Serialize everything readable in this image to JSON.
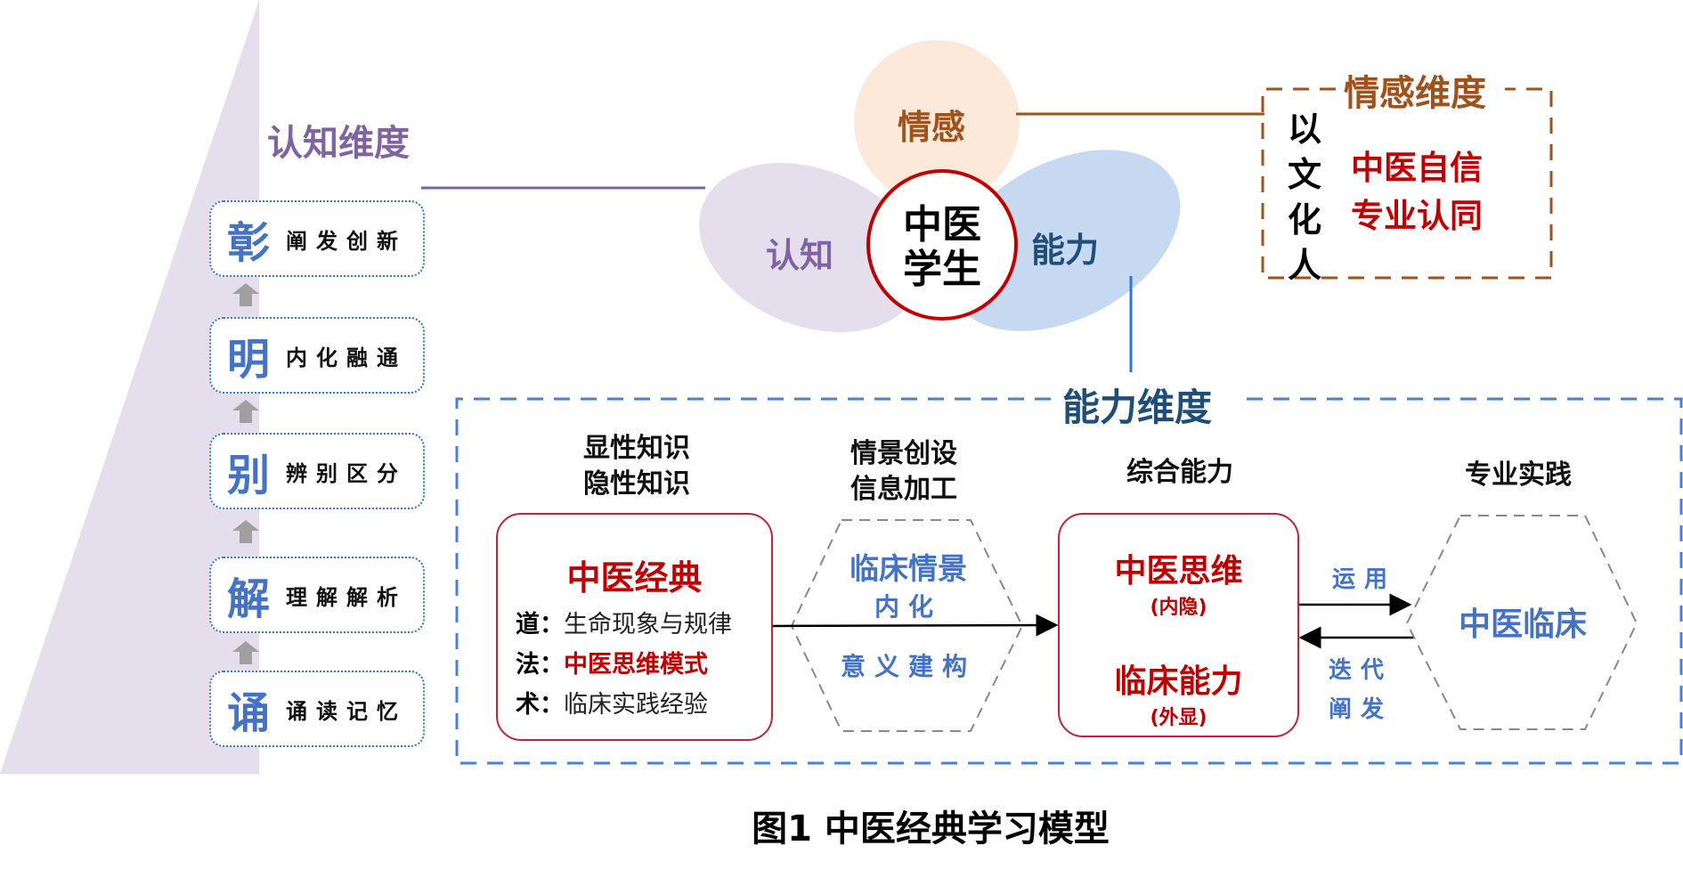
{
  "caption": "图1 中医经典学习模型",
  "center": {
    "label_line1": "中医",
    "label_line2": "学生",
    "petals": {
      "emotion": "情感",
      "cognition": "认知",
      "ability": "能力"
    }
  },
  "cognitive_dimension": {
    "title": "认知维度",
    "levels": [
      {
        "key": "彰",
        "desc": "阐发创新"
      },
      {
        "key": "明",
        "desc": "内化融通"
      },
      {
        "key": "别",
        "desc": "辨别区分"
      },
      {
        "key": "解",
        "desc": "理解解析"
      },
      {
        "key": "诵",
        "desc": "诵读记忆"
      }
    ]
  },
  "emotional_dimension": {
    "title": "情感维度",
    "vertical_label": [
      "以",
      "文",
      "化",
      "人"
    ],
    "items": [
      "中医自信",
      "专业认同"
    ]
  },
  "ability_dimension": {
    "title": "能力维度",
    "columns": [
      {
        "heading": [
          "显性知识",
          "隐性知识"
        ]
      },
      {
        "heading": [
          "情景创设",
          "信息加工"
        ]
      },
      {
        "heading": [
          "综合能力"
        ]
      },
      {
        "heading": [
          "专业实践"
        ]
      }
    ],
    "classics_box": {
      "title": "中医经典",
      "rows": [
        {
          "label": "道：",
          "text": "生命现象与规律"
        },
        {
          "label": "法：",
          "text": "中医思维模式"
        },
        {
          "label": "术：",
          "text": "临床实践经验"
        }
      ]
    },
    "scenario_hex": {
      "title": "临床情景",
      "upper": "内化",
      "lower": "意义建构"
    },
    "ability_box": {
      "top": "中医思维",
      "top_sub": "(内隐)",
      "bottom": "临床能力",
      "bottom_sub": "(外显)"
    },
    "practice_hex": {
      "title": "中医临床"
    },
    "arrow_labels": {
      "apply": "运用",
      "iterate_line1": "迭代",
      "iterate_line2": "阐发"
    }
  },
  "colors": {
    "cognition_purple": "#8064a2",
    "cognition_fill": "#e5dfed",
    "emotion_brown": "#a0521d",
    "emotion_fill": "#fce9da",
    "ability_blue": "#1f4e79",
    "ability_fill": "#c6d9f0",
    "accent_red": "#c00000",
    "blue_text": "#4472c4"
  }
}
